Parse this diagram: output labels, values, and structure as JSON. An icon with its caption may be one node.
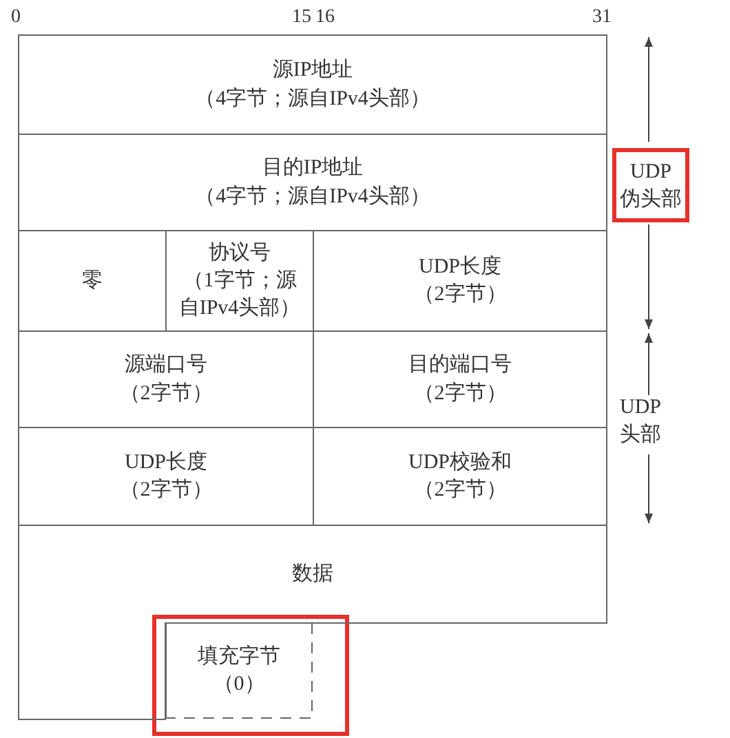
{
  "diagram": {
    "nodes": [
      {
        "text": [
          "源IP地址",
          "（4字节；源自IPv4头部）"
        ]
      },
      {
        "text": [
          "目的IP地址",
          "（4字节；源自IPv4头部）"
        ]
      },
      {
        "text": [
          "零"
        ]
      },
      {
        "text": [
          "协议号",
          "（1字节；源自IPv4头部）"
        ]
      },
      {
        "text": [
          "UDP长度",
          "（2字节）"
        ]
      },
      {
        "text": [
          "源端口号",
          "（2字节）"
        ]
      },
      {
        "text": [
          "目的端口号",
          "（2字节）"
        ]
      },
      {
        "text": [
          "UDP长度",
          "（2字节）"
        ]
      },
      {
        "text": [
          "UDP校验和",
          "（2字节）"
        ]
      },
      {
        "text": [
          "数据"
        ]
      },
      {
        "text": [
          "填充字节",
          "（0）"
        ]
      }
    ],
    "edges": [],
    "labels": [
      "0",
      "15",
      "16",
      "31",
      "UDP 伪头部",
      "UDP 头部"
    ]
  }
}
